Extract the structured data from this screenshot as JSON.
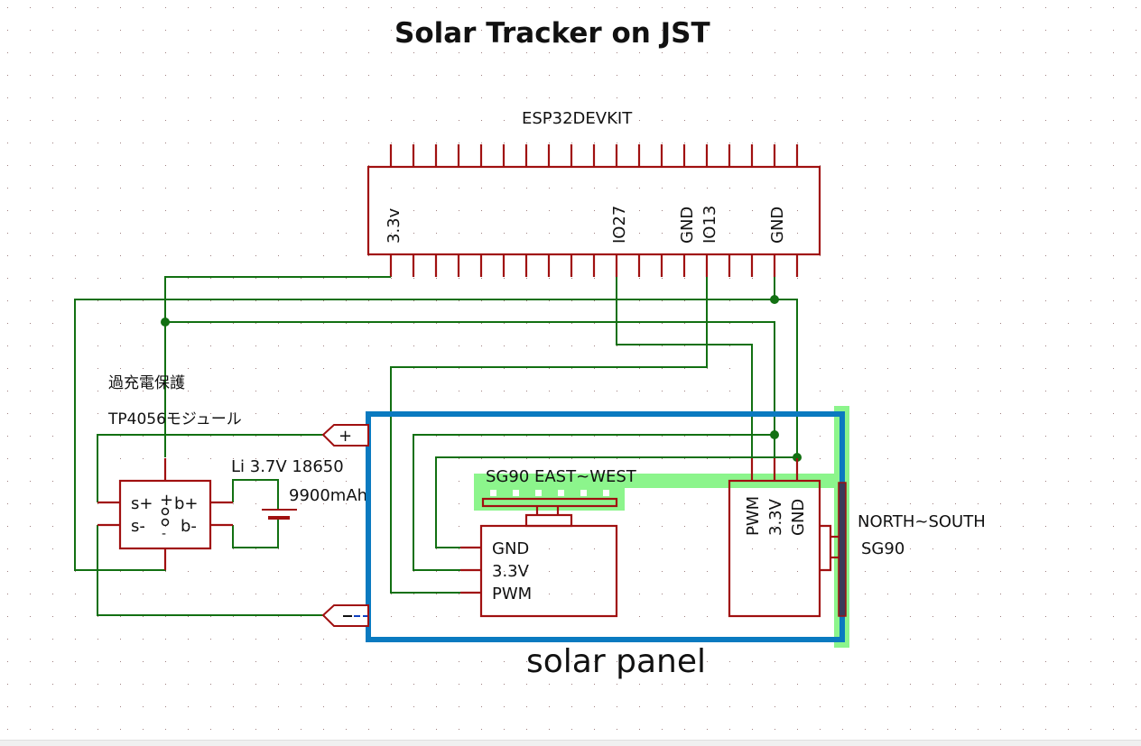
{
  "title": "Solar Tracker on JST",
  "esp32": {
    "name": "ESP32DEVKIT",
    "pins_top_count": 19,
    "pins_bottom_count": 19,
    "pin_labels": [
      "3.3v",
      "IO27",
      "GND",
      "IO13",
      "GND"
    ]
  },
  "charger": {
    "title_jp": "過充電保護",
    "name": "TP4056モジュール",
    "pin_labels": {
      "s_plus": "s+",
      "s_minus": "s-",
      "b_plus": "b+",
      "b_minus": "b-",
      "plus": "+",
      "minus": "-"
    }
  },
  "battery": {
    "type": "Li 3.7V 18650",
    "capacity": "9900mAh"
  },
  "connector": {
    "plus_label": "+",
    "minus_label": "- -"
  },
  "servo_ew": {
    "name": "SG90 EAST~WEST",
    "pins": [
      "GND",
      "3.3V",
      "PWM"
    ]
  },
  "servo_ns": {
    "name_line1": "NORTH~SOUTH",
    "name_line2": "SG90",
    "pins": [
      "PWM",
      "3.3V",
      "GND"
    ]
  },
  "panel": {
    "label": "solar panel"
  },
  "colors": {
    "wire": "#127012",
    "symbol": "#a01010",
    "panel": "#0a7ac0",
    "highlight": "#8cf58c",
    "grid_dot": "#a08080"
  }
}
